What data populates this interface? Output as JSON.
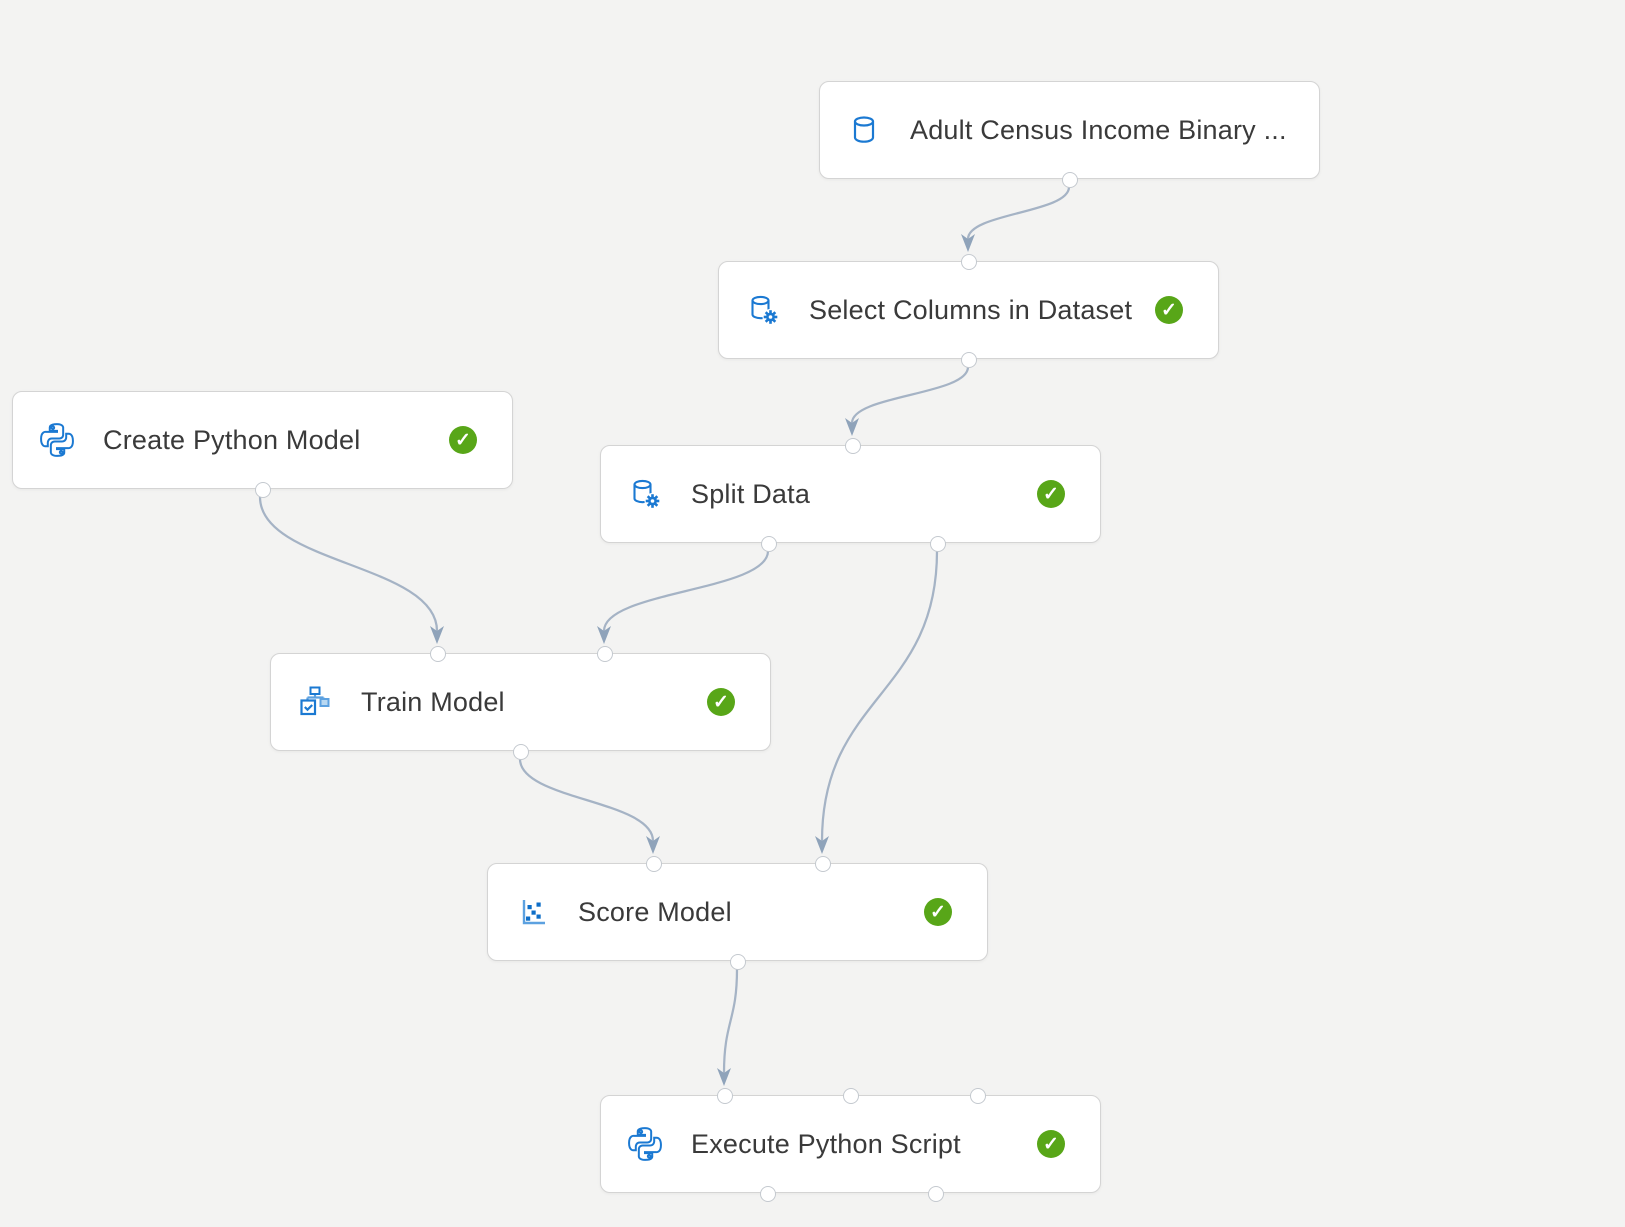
{
  "app": {
    "name": "Azure ML experiment canvas",
    "background_color": "#f3f3f2"
  },
  "colors": {
    "node_background": "#ffffff",
    "node_border": "#d4d4d4",
    "text": "#3a3a3a",
    "icon_blue": "#1b79d2",
    "icon_light_blue": "#5ca1e0",
    "status_green": "#58a618",
    "connector": "#a5b3c5",
    "arrow": "#8fa3ba",
    "port_border": "#c4c9cf"
  },
  "status_check_glyph": "✓",
  "nodes": [
    {
      "id": "adult-census-income-dataset",
      "label": "Adult Census Income Binary ...",
      "icon": "database-icon",
      "status": ""
    },
    {
      "id": "select-columns-in-dataset",
      "label": "Select Columns in Dataset",
      "icon": "database-gear-icon",
      "status": "completed"
    },
    {
      "id": "create-python-model",
      "label": "Create Python Model",
      "icon": "python-icon",
      "status": "completed"
    },
    {
      "id": "split-data",
      "label": "Split Data",
      "icon": "database-gear-icon",
      "status": "completed"
    },
    {
      "id": "train-model",
      "label": "Train Model",
      "icon": "train-model-icon",
      "status": "completed"
    },
    {
      "id": "score-model",
      "label": "Score Model",
      "icon": "scatter-plot-icon",
      "status": "completed"
    },
    {
      "id": "execute-python-script",
      "label": "Execute Python Script",
      "icon": "python-icon",
      "status": "completed"
    }
  ],
  "edges": [
    {
      "from": "adult-census-income-dataset",
      "from_port": "output-1",
      "to": "select-columns-in-dataset",
      "to_port": "input-1"
    },
    {
      "from": "select-columns-in-dataset",
      "from_port": "output-1",
      "to": "split-data",
      "to_port": "input-1"
    },
    {
      "from": "create-python-model",
      "from_port": "output-1",
      "to": "train-model",
      "to_port": "input-1"
    },
    {
      "from": "split-data",
      "from_port": "output-1",
      "to": "train-model",
      "to_port": "input-2"
    },
    {
      "from": "split-data",
      "from_port": "output-2",
      "to": "score-model",
      "to_port": "input-2"
    },
    {
      "from": "train-model",
      "from_port": "output-1",
      "to": "score-model",
      "to_port": "input-1"
    },
    {
      "from": "score-model",
      "from_port": "output-1",
      "to": "execute-python-script",
      "to_port": "input-1"
    }
  ]
}
